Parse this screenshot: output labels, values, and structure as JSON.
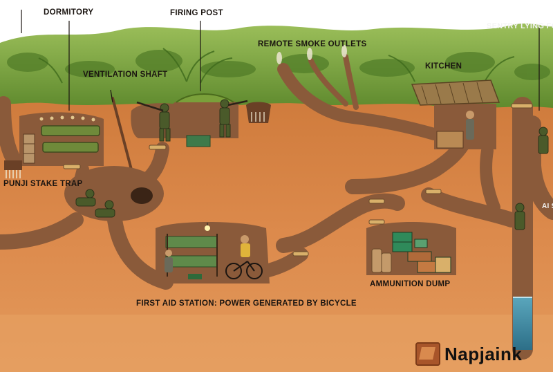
{
  "labels": {
    "dormitory": "DORMITORY",
    "firing_post": "FIRING POST",
    "sentry": "SENTRY LYING\nFOR U.S. TUN",
    "ventilation_shaft": "VENTILATION\nSHAFT",
    "remote_smoke_outlets": "REMOTE SMOKE OUTLETS",
    "kitchen": "KITCHEN",
    "punji_stake_trap": "PUNJI\nSTAKE TRAP",
    "first_aid_station": "FIRST AID STATION:\nPOWER GENERATED BY BICYCLE",
    "ammunition_dump": "AMMUNITION DUMP",
    "edge_text": "AI\nSH"
  },
  "watermark": {
    "text": "Napjaink"
  },
  "colors": {
    "sky": "#ffffff",
    "jungle": "#6e9a3a",
    "earth": "#d98a4a",
    "tunnel": "#8a5a3a",
    "water": "#3f8fa8"
  }
}
